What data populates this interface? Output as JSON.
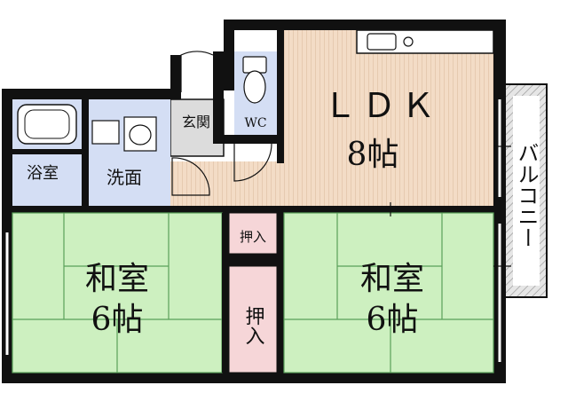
{
  "rooms": {
    "ldk": {
      "name": "ＬＤＫ",
      "size": "8帖"
    },
    "washitsu_left": {
      "name": "和室",
      "size": "6帖"
    },
    "washitsu_right": {
      "name": "和室",
      "size": "6帖"
    },
    "bath": {
      "name": "浴室"
    },
    "washroom": {
      "name": "洗面"
    },
    "entrance": {
      "name": "玄関"
    },
    "wc": {
      "name": "WC"
    },
    "closet_small": {
      "name": "押入"
    },
    "closet_large": {
      "name": "押入"
    },
    "balcony": {
      "name": "バルコニー"
    }
  },
  "colors": {
    "wall": "#111111",
    "ldk_floor": "#f3dcc6",
    "tatami": "#cdf0c0",
    "tatami_line": "#5aa05a",
    "wet_area": "#d4def4",
    "entrance_floor": "#dcdcdc",
    "closet": "#f6d6d8",
    "balcony_hatch": "#9a9a9a"
  }
}
